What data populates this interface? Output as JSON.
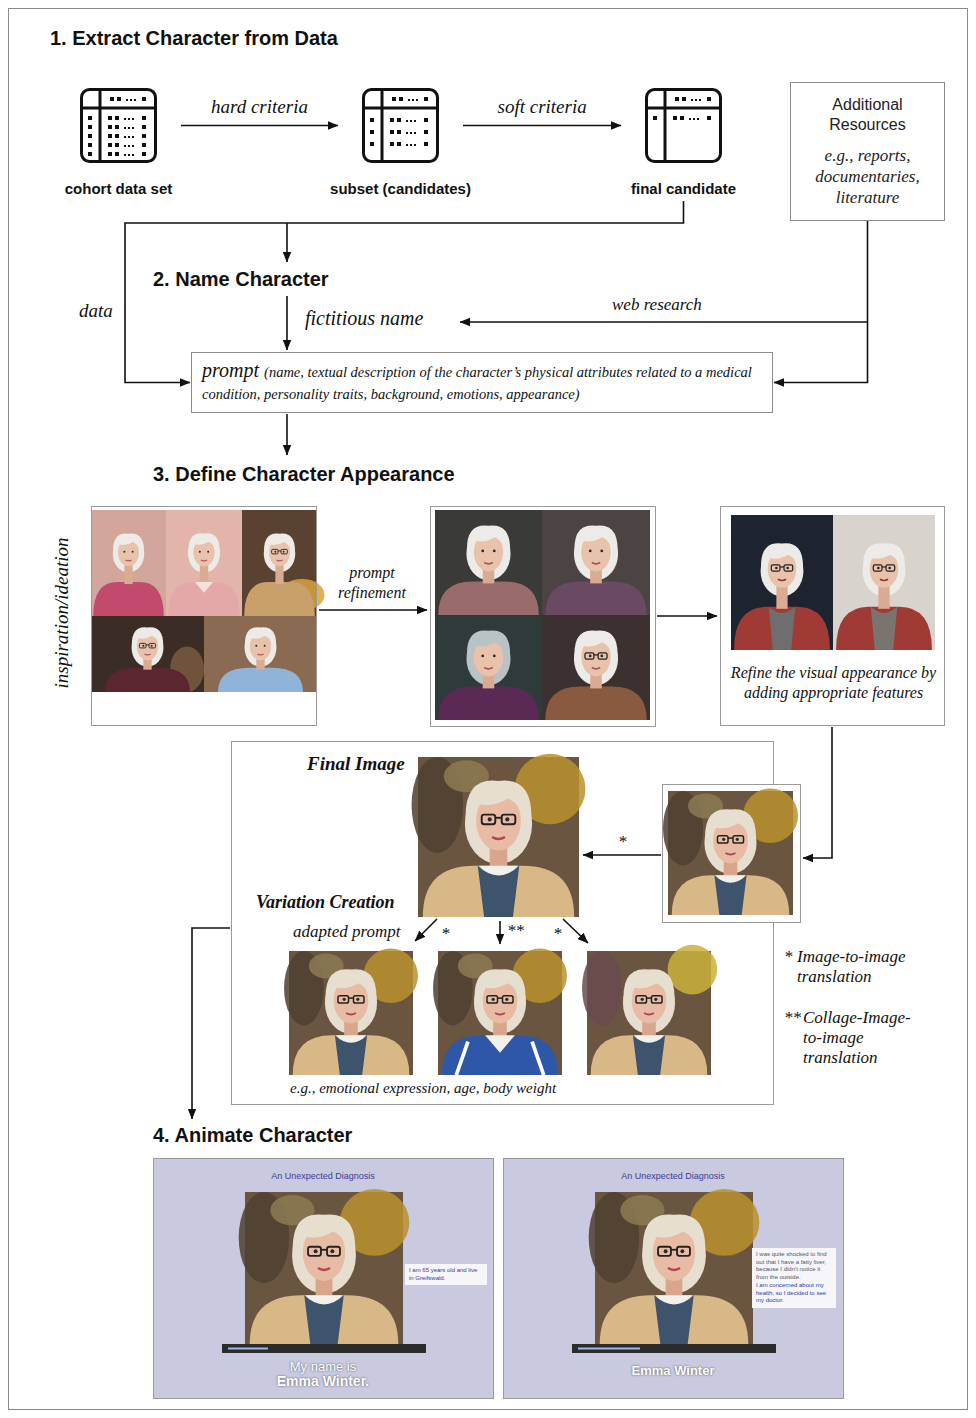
{
  "diagram": {
    "nodes": [
      {
        "text": [
          "cohort data set"
        ]
      },
      {
        "text": [
          "subset (candidates)"
        ]
      },
      {
        "text": [
          "final candidate"
        ]
      },
      {
        "text": [
          "Additional Resources",
          "e.g., reports, documentaries, literature"
        ]
      },
      {
        "text": [
          "prompt",
          "(name, textual description of the character’s physical attributes related to a medical condition, personality traits, background, emotions, appearance)"
        ]
      },
      {
        "text": [
          "inspiration/ideation"
        ]
      },
      {
        "text": [
          "Refine the visual appearance by adding appropriate features"
        ]
      },
      {
        "text": [
          "Final Image",
          "Variation Creation",
          "adapted prompt",
          "e.g., emotional expression, age, body weight"
        ]
      },
      {
        "text": [
          "An Unexpected Diagnosis",
          "I am 65 years old and live in Greifswald.",
          "My name is",
          "Emma Winter."
        ]
      },
      {
        "text": [
          "An Unexpected Diagnosis",
          "I was quite shocked to find out that I have a fatty liver, because I didn't notice it from the outside.",
          "I am concerned about my health, so I decided to see my doctor.",
          "Emma Winter"
        ]
      }
    ],
    "edges": [
      {
        "from": 0,
        "to": 1,
        "label": "hard criteria",
        "arrow": "to"
      },
      {
        "from": 1,
        "to": 2,
        "label": "soft criteria",
        "arrow": "to"
      },
      {
        "from": 2,
        "to": 4,
        "label": "data",
        "arrow": "to"
      },
      {
        "from": 3,
        "to": 4,
        "arrow": "to"
      }
    ],
    "labels": [
      "1. Extract Character from Data",
      "2. Name Character",
      "fictitious name",
      "web research",
      "3. Define Character Appearance",
      "prompt refinement",
      "*",
      "*",
      "**",
      "*",
      "4. Animate Character",
      "*",
      "Image-to-image translation",
      "**",
      "Collage-Image-to-image translation"
    ]
  }
}
